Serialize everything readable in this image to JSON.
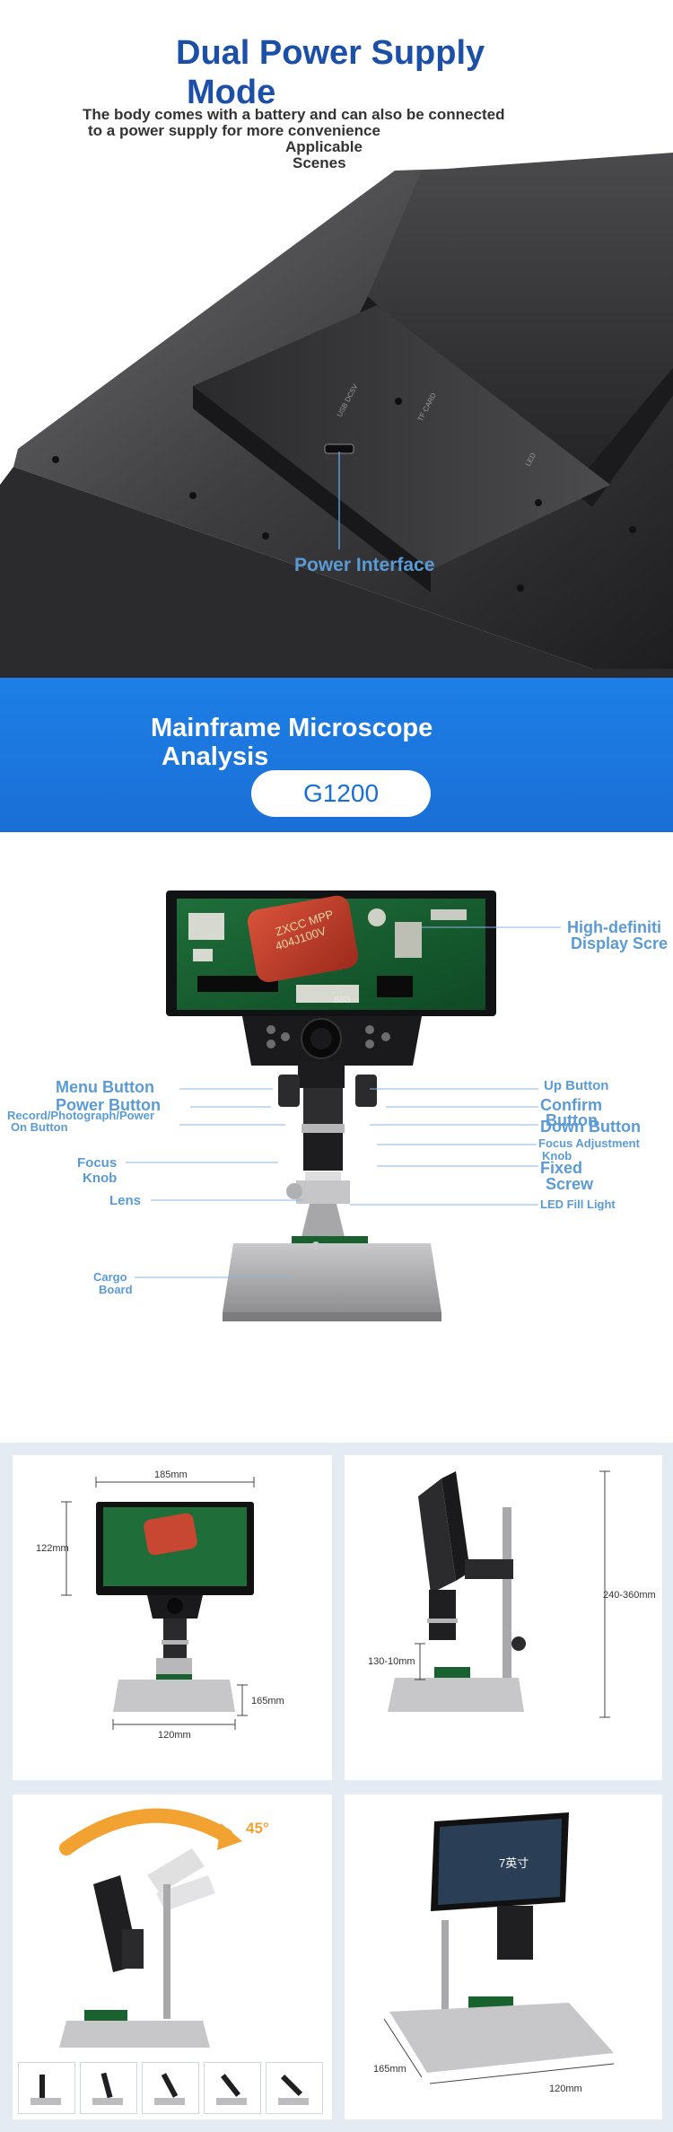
{
  "section1": {
    "title_line1": "Dual Power Supply",
    "title_line2": "Mode",
    "desc_line1": "The body comes with a battery and can also be connected",
    "desc_line2": "to a power supply for more convenience",
    "desc_line3": "Applicable",
    "desc_line4": "Scenes",
    "power_label": "Power Interface"
  },
  "banner": {
    "title_line1": "Mainframe Microscope",
    "title_line2": "Analysis",
    "model": "G1200"
  },
  "diagram": {
    "screen_text": "ZXCC MPP 404J100V",
    "board_text": "883",
    "labels": {
      "display": "High-definition Display Screen",
      "menu": "Menu Button",
      "up": "Up Button",
      "power": "Power Button",
      "confirm": "Confirm Button",
      "record": "Record/Photograph/Power On Button",
      "down": "Down Button",
      "focus_adj": "Focus Adjustment Knob",
      "focus_knob": "Focus Knob",
      "fixed": "Fixed Screw",
      "lens": "Lens",
      "led": "LED Fill Light",
      "cargo": "Cargo Board"
    },
    "labels_split": {
      "display1": "High-definiti",
      "display2": "Display Scre",
      "record1": "Record/Photograph/Power",
      "record2": "On Button",
      "focus_adj1": "Focus Adjustment",
      "focus_adj2": "Knob",
      "focus_knob1": "Focus",
      "focus_knob2": "Knob",
      "fixed1": "Fixed",
      "fixed2": "Screw",
      "cargo1": "Cargo",
      "cargo2": "Board",
      "confirm1": "Confirm",
      "confirm2": "Button"
    }
  },
  "grid": {
    "dims": {
      "width": "185mm",
      "height": "122mm",
      "base_depth": "165mm",
      "base_width": "120mm",
      "lift_range": "240-360mm",
      "focus_range": "130-10mm",
      "tilt": "45°",
      "screen_size": "7英寸",
      "base_depth2": "165mm",
      "base_width2": "120mm"
    }
  },
  "colors": {
    "title_blue": "#1b4fa8",
    "label_blue": "#5b9bd5",
    "banner_blue": "#1a6fd6",
    "grid_bg": "#e4ebf3"
  }
}
